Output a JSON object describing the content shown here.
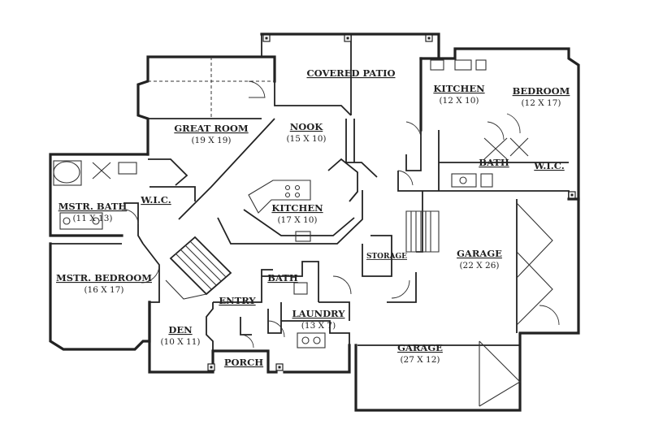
{
  "rooms": {
    "covered_patio": {
      "name": "COVERED PATIO",
      "dim": ""
    },
    "kitchen_apt": {
      "name": "KITCHEN",
      "dim": "(12 X 10)"
    },
    "bedroom": {
      "name": "BEDROOM",
      "dim": "(12 X 17)"
    },
    "great_room": {
      "name": "GREAT ROOM",
      "dim": "(19 X 19)"
    },
    "nook": {
      "name": "NOOK",
      "dim": "(15 X 10)"
    },
    "bath_apt": {
      "name": "BATH",
      "dim": ""
    },
    "wic_apt": {
      "name": "W.I.C.",
      "dim": ""
    },
    "mstr_bath": {
      "name": "MSTR. BATH",
      "dim": "(11 X 13)"
    },
    "wic_master": {
      "name": "W.I.C.",
      "dim": ""
    },
    "kitchen_main": {
      "name": "KITCHEN",
      "dim": "(17 X 10)"
    },
    "garage_large": {
      "name": "GARAGE",
      "dim": "(22 X 26)"
    },
    "storage": {
      "name": "STORAGE",
      "dim": ""
    },
    "mstr_bedroom": {
      "name": "MSTR. BEDROOM",
      "dim": "(16 X 17)"
    },
    "bath_main": {
      "name": "BATH",
      "dim": ""
    },
    "entry": {
      "name": "ENTRY",
      "dim": ""
    },
    "laundry": {
      "name": "LAUNDRY",
      "dim": "(13 X 7)"
    },
    "den": {
      "name": "DEN",
      "dim": "(10 X 11)"
    },
    "garage_small": {
      "name": "GARAGE",
      "dim": "(27 X 12)"
    },
    "porch": {
      "name": "PORCH",
      "dim": ""
    }
  }
}
